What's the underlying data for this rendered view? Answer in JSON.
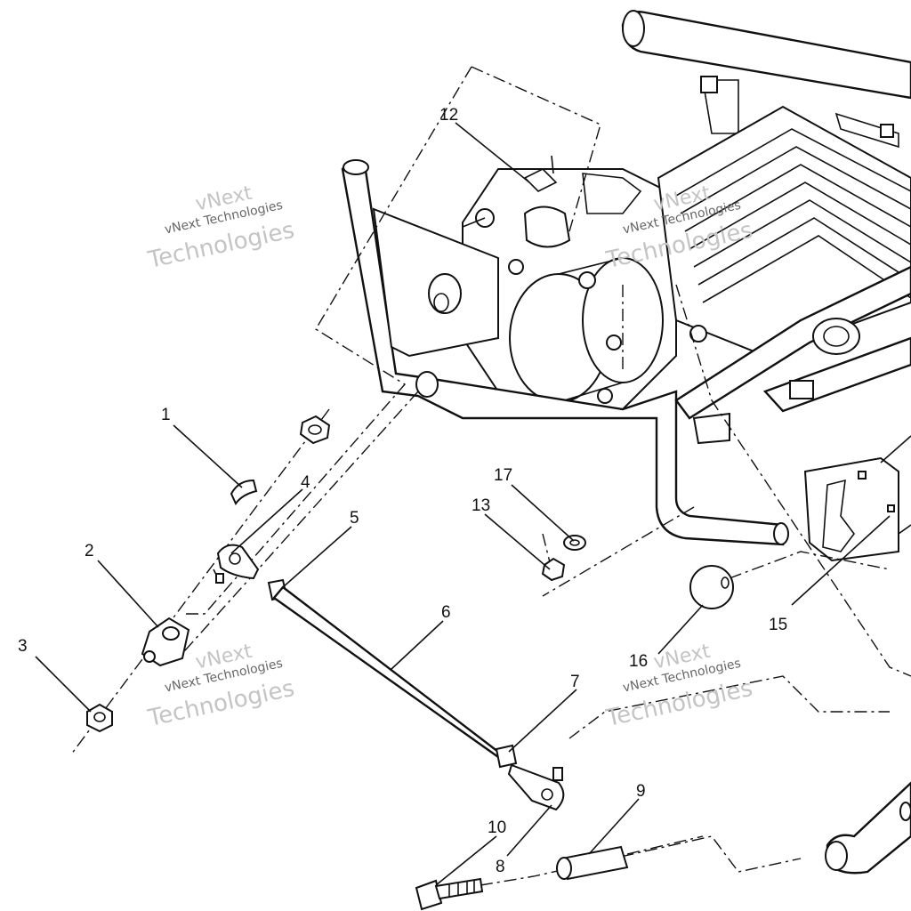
{
  "diagram": {
    "callouts": [
      {
        "id": "c1",
        "label": "1"
      },
      {
        "id": "c2",
        "label": "2"
      },
      {
        "id": "c3",
        "label": "3"
      },
      {
        "id": "c4",
        "label": "4"
      },
      {
        "id": "c5",
        "label": "5"
      },
      {
        "id": "c6",
        "label": "6"
      },
      {
        "id": "c7",
        "label": "7"
      },
      {
        "id": "c8",
        "label": "8"
      },
      {
        "id": "c9",
        "label": "9"
      },
      {
        "id": "c10",
        "label": "10"
      },
      {
        "id": "c12",
        "label": "12"
      },
      {
        "id": "c13",
        "label": "13"
      },
      {
        "id": "c15",
        "label": "15"
      },
      {
        "id": "c16",
        "label": "16"
      },
      {
        "id": "c17",
        "label": "17"
      }
    ],
    "watermark": {
      "line1": "vNext",
      "line2": "vNext Technologies",
      "line3": "Technologies"
    }
  }
}
